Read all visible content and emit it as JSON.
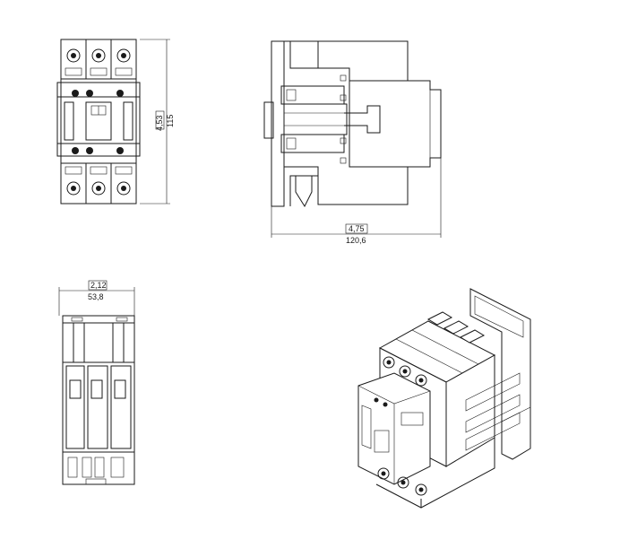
{
  "drawing": {
    "front_view": {
      "height_in": "4,53",
      "height_mm": "115"
    },
    "side_view": {
      "depth_in": "4,75",
      "depth_mm": "120,6"
    },
    "bottom_view": {
      "width_in": "2,12",
      "width_mm": "53,8"
    },
    "isometric_view": {}
  }
}
